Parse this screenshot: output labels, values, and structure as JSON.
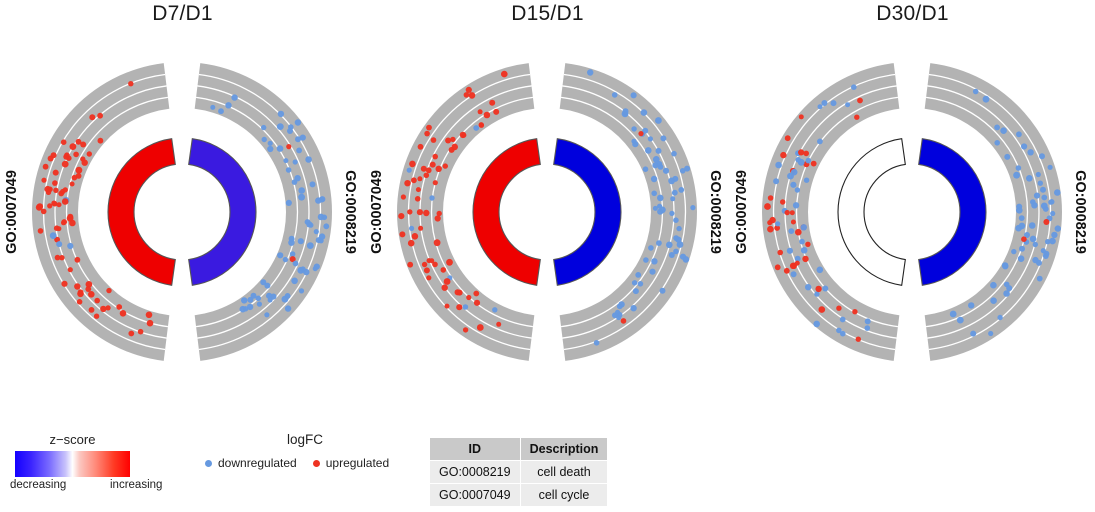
{
  "figure": {
    "type": "go-circle-multi-panel",
    "panel_count": 3
  },
  "panels": [
    {
      "title": "D7/D1",
      "left_label": "GO:0007049",
      "right_label": "GO:0008219",
      "left_zscore_color": "#ee0000",
      "right_zscore_color": "#3a1ae0",
      "left_zscore_outline": "#555555",
      "right_zscore_outline": "#555555",
      "left_term_dot_bias": 0.93,
      "right_term_dot_bias": 0.04,
      "left_point_count": 78,
      "right_point_count": 74,
      "seed": 11
    },
    {
      "title": "D15/D1",
      "left_label": "GO:0007049",
      "right_label": "GO:0008219",
      "left_zscore_color": "#ee0000",
      "right_zscore_color": "#0000dd",
      "left_zscore_outline": "#555555",
      "right_zscore_outline": "#555555",
      "left_term_dot_bias": 0.88,
      "right_term_dot_bias": 0.04,
      "left_point_count": 74,
      "right_point_count": 70,
      "seed": 27
    },
    {
      "title": "D30/D1",
      "left_label": "GO:0007049",
      "right_label": "GO:0008219",
      "left_zscore_color": "#ffffff",
      "right_zscore_color": "#0000dd",
      "left_zscore_outline": "#222222",
      "right_zscore_outline": "#555555",
      "left_term_dot_bias": 0.46,
      "right_term_dot_bias": 0.03,
      "left_point_count": 72,
      "right_point_count": 66,
      "seed": 43
    }
  ],
  "geometry": {
    "track_outer_radius": 150,
    "track_inner_radius": 104,
    "gridline_count": 3,
    "donut_outer_radius": 74,
    "donut_inner_radius": 48,
    "gap_degrees": 7,
    "track_color": "#b3b3b3",
    "gridline_color": "#ffffff"
  },
  "legend_zscore": {
    "title": "z−score",
    "low_label": "decreasing",
    "high_label": "increasing",
    "low_color": "#1400ff",
    "mid_color": "#ffffff",
    "high_color": "#ff0000"
  },
  "legend_logfc": {
    "title": "logFC",
    "items": [
      {
        "label": "downregulated",
        "color": "#6699e0"
      },
      {
        "label": "upregulated",
        "color": "#ee3322"
      }
    ]
  },
  "table": {
    "headers": [
      "ID",
      "Description"
    ],
    "rows": [
      {
        "id": "GO:0008219",
        "description": "cell death"
      },
      {
        "id": "GO:0007049",
        "description": "cell cycle"
      }
    ]
  },
  "colors": {
    "downregulated": "#6699e0",
    "upregulated": "#ee3322",
    "track_gray": "#b3b3b3",
    "table_header_bg": "#c9c9c9",
    "table_cell_bg": "#ececec"
  }
}
